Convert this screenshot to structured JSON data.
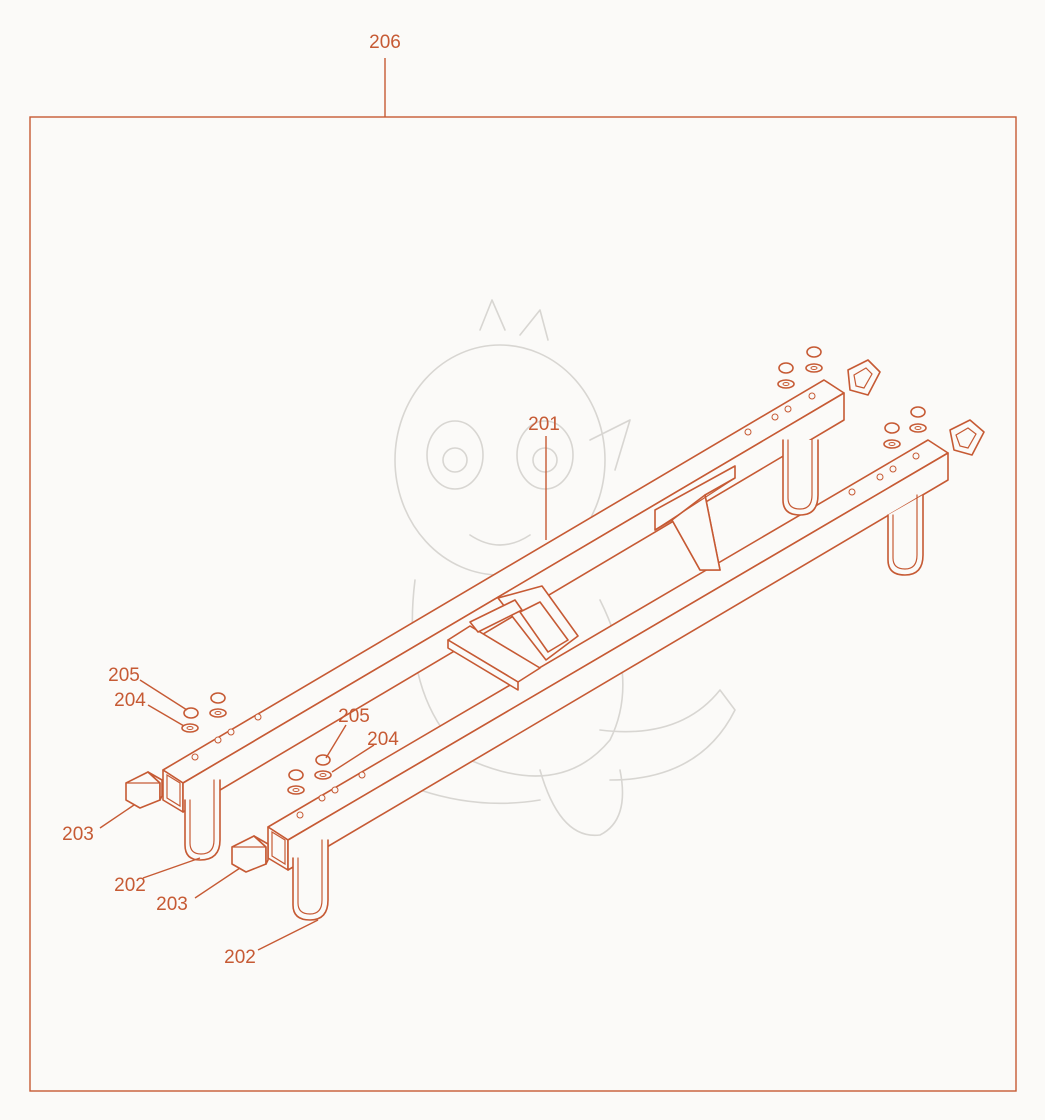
{
  "colors": {
    "line": "#c65a34",
    "background": "#fbfaf8",
    "watermark": "#d8d6d2"
  },
  "callouts": {
    "assembly": "206",
    "main_rail": "201",
    "u_bolt_left": "202",
    "u_bolt_right": "202",
    "end_cap_left": "203",
    "end_cap_right": "203",
    "washer_left": "204",
    "washer_right": "204",
    "nut_left": "205",
    "nut_right": "205"
  }
}
